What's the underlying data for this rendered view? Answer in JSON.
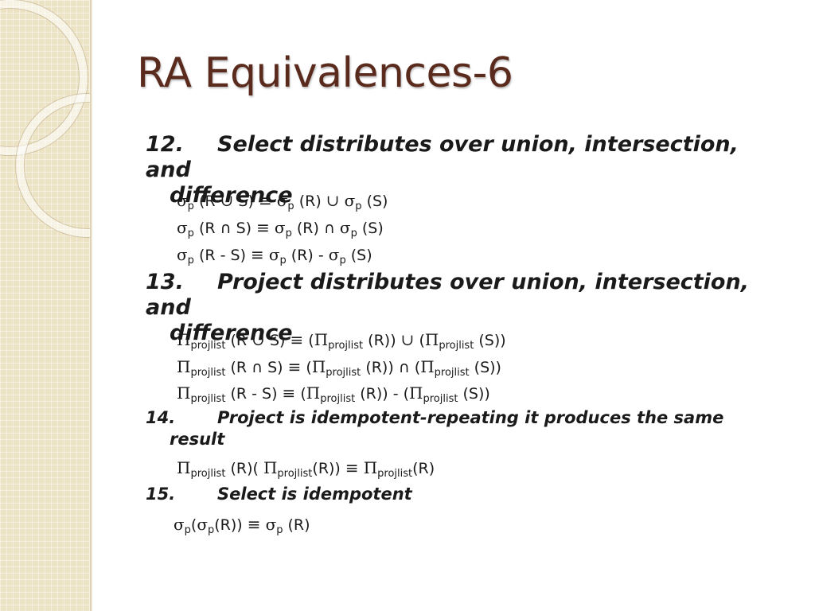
{
  "slide": {
    "title": "RA Equivalences-6"
  },
  "items": [
    {
      "number": "12.",
      "line1": "Select distributes over union, intersection, and",
      "line2": "difference"
    },
    {
      "number": "13.",
      "line1": "Project distributes over union, intersection, and",
      "line2": "difference"
    },
    {
      "number": "14.",
      "line1": "Project is idempotent-repeating it produces the same",
      "line2": "result"
    },
    {
      "number": "15.",
      "line1": "Select is idempotent"
    }
  ],
  "symbols": {
    "sigma": "σ",
    "pi": "Π",
    "equiv": "≡",
    "union": "∪",
    "intersect": "∩",
    "sub_p": "p",
    "sub_projlist": "projlist"
  },
  "formulas": {
    "f12a": {
      "a": " (R ",
      "b": " S) ",
      "c": " (R) ",
      "d": " (S)"
    },
    "f12b": {
      "a": " (R ",
      "b": " S) ",
      "c": " (R) ",
      "d": " (S)"
    },
    "f12c": {
      "a": " (R - S) ",
      "c": " (R) - ",
      "d": " (S)"
    },
    "f13a": {
      "a": " (R ",
      "b": " S) ",
      "c": " (",
      "d": " (R)) ",
      "e": " (",
      "f": " (S))"
    },
    "f13b": {
      "a": " (R ",
      "b": " S) ",
      "c": " (",
      "d": " (R)) ",
      "e": " (",
      "f": " (S))"
    },
    "f13c": {
      "a": " (R - S) ",
      "c": " (",
      "d": " (R)) - (",
      "f": " (S))"
    },
    "f14": {
      "a": " (R)( ",
      "b": "(R)) ",
      "c": "(R)"
    },
    "f15": {
      "a": "(",
      "b": "(R)) ",
      "c": " (R)"
    }
  }
}
